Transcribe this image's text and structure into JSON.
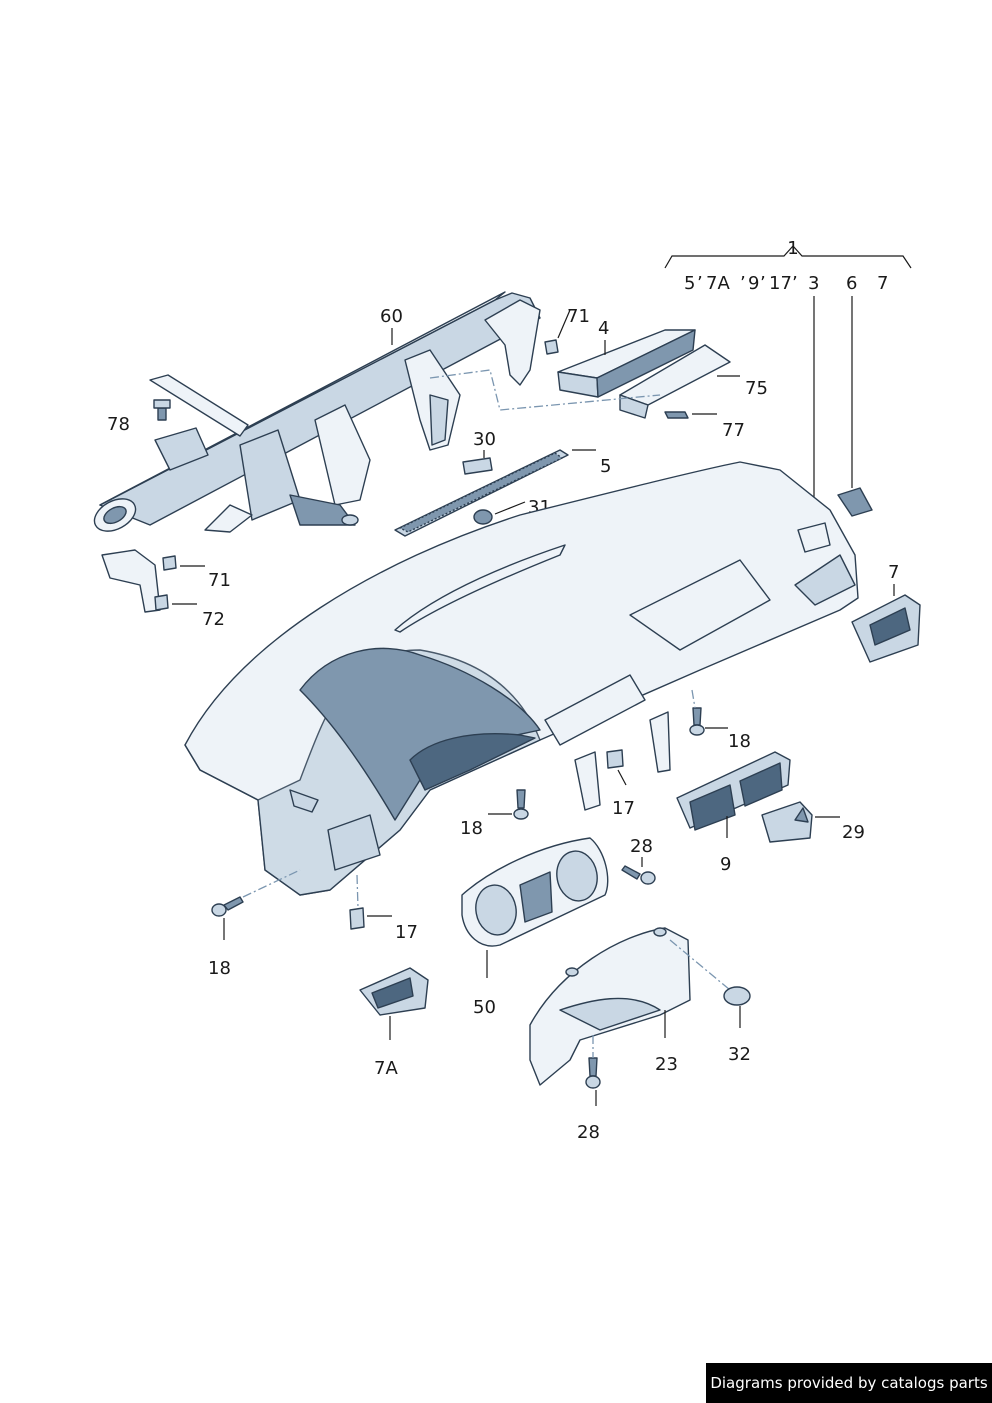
{
  "callouts": {
    "p1": "1",
    "p5": "5",
    "p7a": "7A",
    "p9": "9",
    "p17": "17",
    "p3": "3",
    "p6": "6",
    "p7": "7",
    "p60": "60",
    "p71a": "71",
    "p4": "4",
    "p75": "75",
    "p77": "77",
    "p78": "78",
    "p30": "30",
    "p5b": "5",
    "p31": "31",
    "p71b": "71",
    "p72": "72",
    "p7b": "7",
    "p18a": "18",
    "p17a": "17",
    "p18b": "18",
    "p9b": "9",
    "p29": "29",
    "p28a": "28",
    "p17b": "17",
    "p18c": "18",
    "p50": "50",
    "p7ab": "7A",
    "p23": "23",
    "p32": "32",
    "p28b": "28"
  },
  "footer": {
    "credit": "Diagrams provided by catalogs parts"
  }
}
